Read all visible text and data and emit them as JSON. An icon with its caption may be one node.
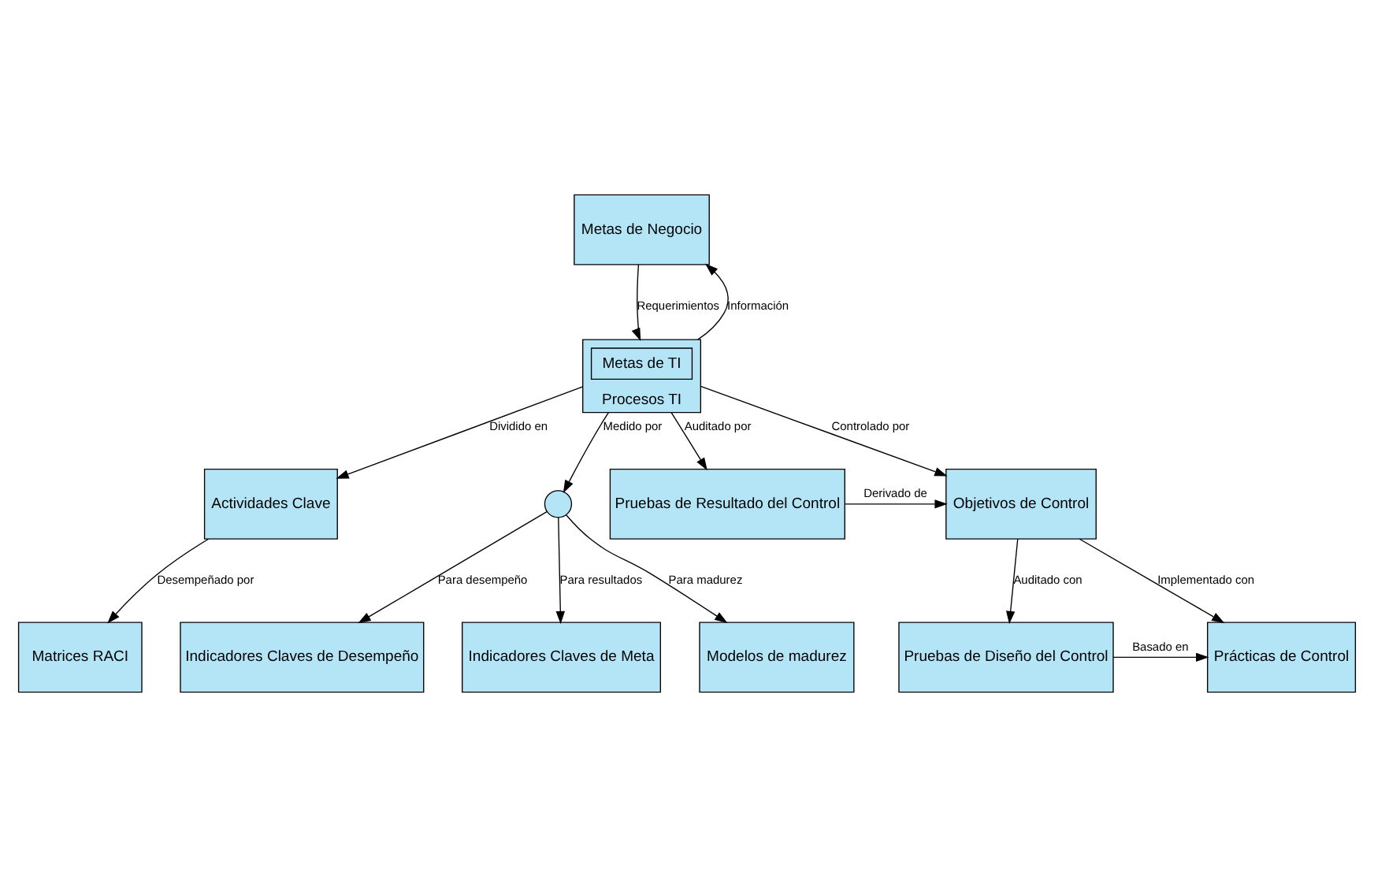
{
  "diagram": {
    "nodes": [
      {
        "text": [
          "Metas de Negocio"
        ]
      },
      {
        "text": [
          "Procesos TI"
        ]
      },
      {
        "text": [
          "Metas de TI"
        ],
        "in": 1
      },
      {
        "text": [
          "Actividades Clave"
        ]
      },
      {
        "text": [],
        "shape": "circle"
      },
      {
        "text": [
          "Pruebas de Resultado del Control"
        ]
      },
      {
        "text": [
          "Objetivos de Control"
        ]
      },
      {
        "text": [
          "Matrices RACI"
        ]
      },
      {
        "text": [
          "Indicadores Claves de Desempeño"
        ]
      },
      {
        "text": [
          "Indicadores Claves de Meta"
        ]
      },
      {
        "text": [
          "Modelos de madurez"
        ]
      },
      {
        "text": [
          "Pruebas de Diseño del Control"
        ]
      },
      {
        "text": [
          "Prácticas de Control"
        ]
      }
    ],
    "edges": [
      {
        "from": 0,
        "to": 1,
        "arrow": "to",
        "label": "Requerimientos"
      },
      {
        "from": 1,
        "to": 0,
        "arrow": "to",
        "label": "Información"
      },
      {
        "from": 1,
        "to": 3,
        "arrow": "to",
        "label": "Dividido en"
      },
      {
        "from": 1,
        "to": 4,
        "arrow": "to",
        "label": "Medido por"
      },
      {
        "from": 1,
        "to": 5,
        "arrow": "to",
        "label": "Auditado por"
      },
      {
        "from": 1,
        "to": 6,
        "arrow": "to",
        "label": "Controlado por"
      },
      {
        "from": 5,
        "to": 6,
        "arrow": "to",
        "label": "Derivado de"
      },
      {
        "from": 3,
        "to": 7,
        "arrow": "to",
        "label": "Desempeñado por"
      },
      {
        "from": 4,
        "to": 8,
        "arrow": "to",
        "label": "Para desempeño"
      },
      {
        "from": 4,
        "to": 9,
        "arrow": "to",
        "label": "Para resultados"
      },
      {
        "from": 4,
        "to": 10,
        "arrow": "to",
        "label": "Para madurez"
      },
      {
        "from": 6,
        "to": 11,
        "arrow": "to",
        "label": "Auditado con"
      },
      {
        "from": 6,
        "to": 12,
        "arrow": "to",
        "label": "Implementado con"
      },
      {
        "from": 11,
        "to": 12,
        "arrow": "to",
        "label": "Basado en"
      }
    ]
  }
}
